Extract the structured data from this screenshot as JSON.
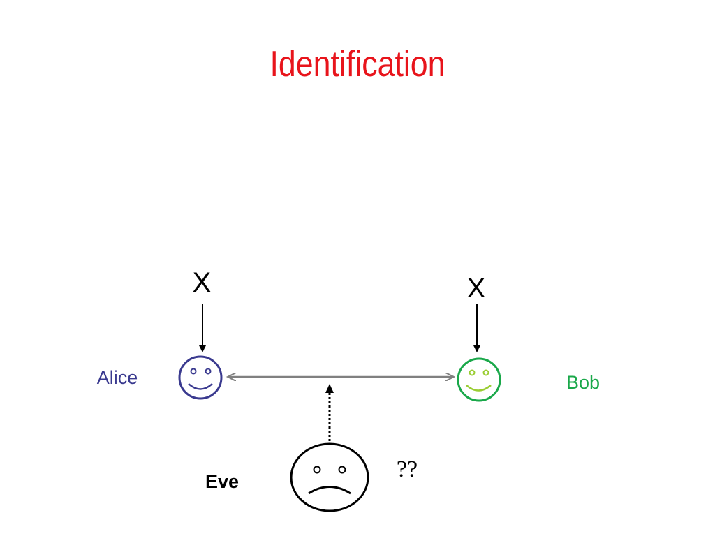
{
  "title": "Identification",
  "secret_left": "X",
  "secret_right": "X",
  "alice": {
    "label": "Alice",
    "color": "#3a3a8f"
  },
  "bob": {
    "label": "Bob",
    "color": "#1aa84a",
    "feature_color": "#9acd32"
  },
  "eve": {
    "label": "Eve",
    "color": "#000000"
  },
  "question": "??",
  "arrow_color": "#808080"
}
